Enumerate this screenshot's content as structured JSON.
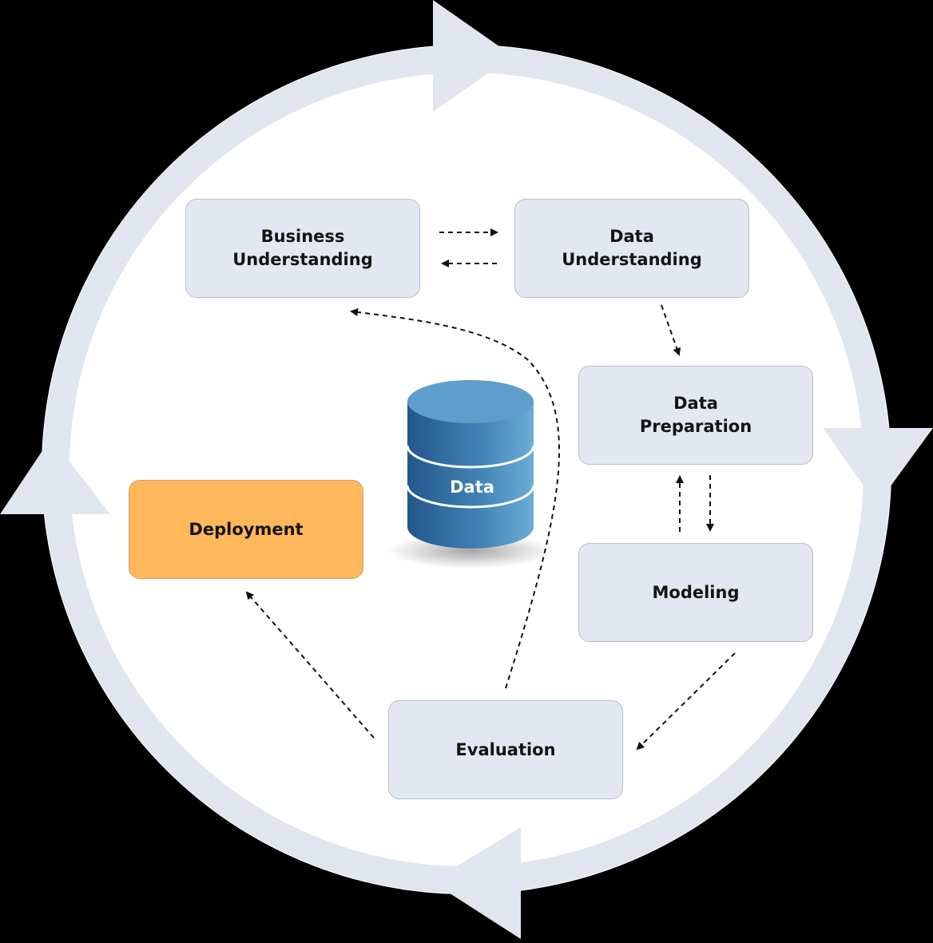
{
  "diagram": {
    "center": {
      "label": "Data",
      "icon": "database-icon",
      "colors": {
        "light": "#6aaed6",
        "dark": "#24578a"
      }
    },
    "stages": {
      "business_understanding": "Business\nUnderstanding",
      "data_understanding": "Data\nUnderstanding",
      "data_preparation": "Data\nPreparation",
      "modeling": "Modeling",
      "evaluation": "Evaluation",
      "deployment": "Deployment"
    },
    "colors": {
      "cycle_ring": "#e1e5ef",
      "stage_fill": "#e3e7f1",
      "deployment_fill": "#ffb75c",
      "arrow": "#111111"
    }
  }
}
